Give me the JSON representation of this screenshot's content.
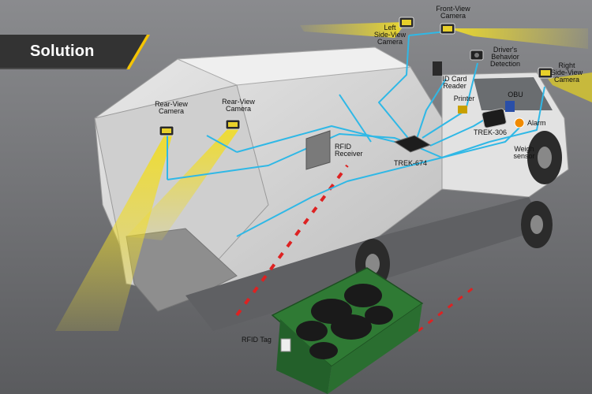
{
  "header": {
    "title": "Solution"
  },
  "labels": {
    "front_view_camera": "Front-View\nCamera",
    "left_side_view_camera": "Left\nSide-View\nCamera",
    "drivers_behavior_detection": "Driver's\nBehavior\nDetection",
    "right_side_view_camera": "Right\nSide-View\nCamera",
    "id_card_reader": "ID Card\nReader",
    "printer": "Printer",
    "obu": "OBU",
    "rear_view_camera_1": "Rear-View\nCamera",
    "rear_view_camera_2": "Rear-View\nCamera",
    "rfid_receiver": "RFID\nReceiver",
    "trek_306": "TREK-306",
    "alarm": "Alarm",
    "weigh_sensor": "Weigh\nsensor",
    "trek_674": "TREK-674",
    "rfid_tag": "RFID Tag"
  },
  "colors": {
    "banner": "#333333",
    "banner_accent": "#f5c400",
    "camera_beam": "#e6d21e",
    "cable": "#2fb8e6",
    "bin": "#2f7a34",
    "truck_body": "#d8d8d8",
    "alarm": "#f08a00"
  },
  "icons": [
    "camera-icon",
    "id-card-reader-icon",
    "printer-icon",
    "obu-icon",
    "tablet-icon",
    "alarm-icon",
    "controller-box-icon",
    "rfid-receiver-icon",
    "rfid-tag-icon"
  ]
}
